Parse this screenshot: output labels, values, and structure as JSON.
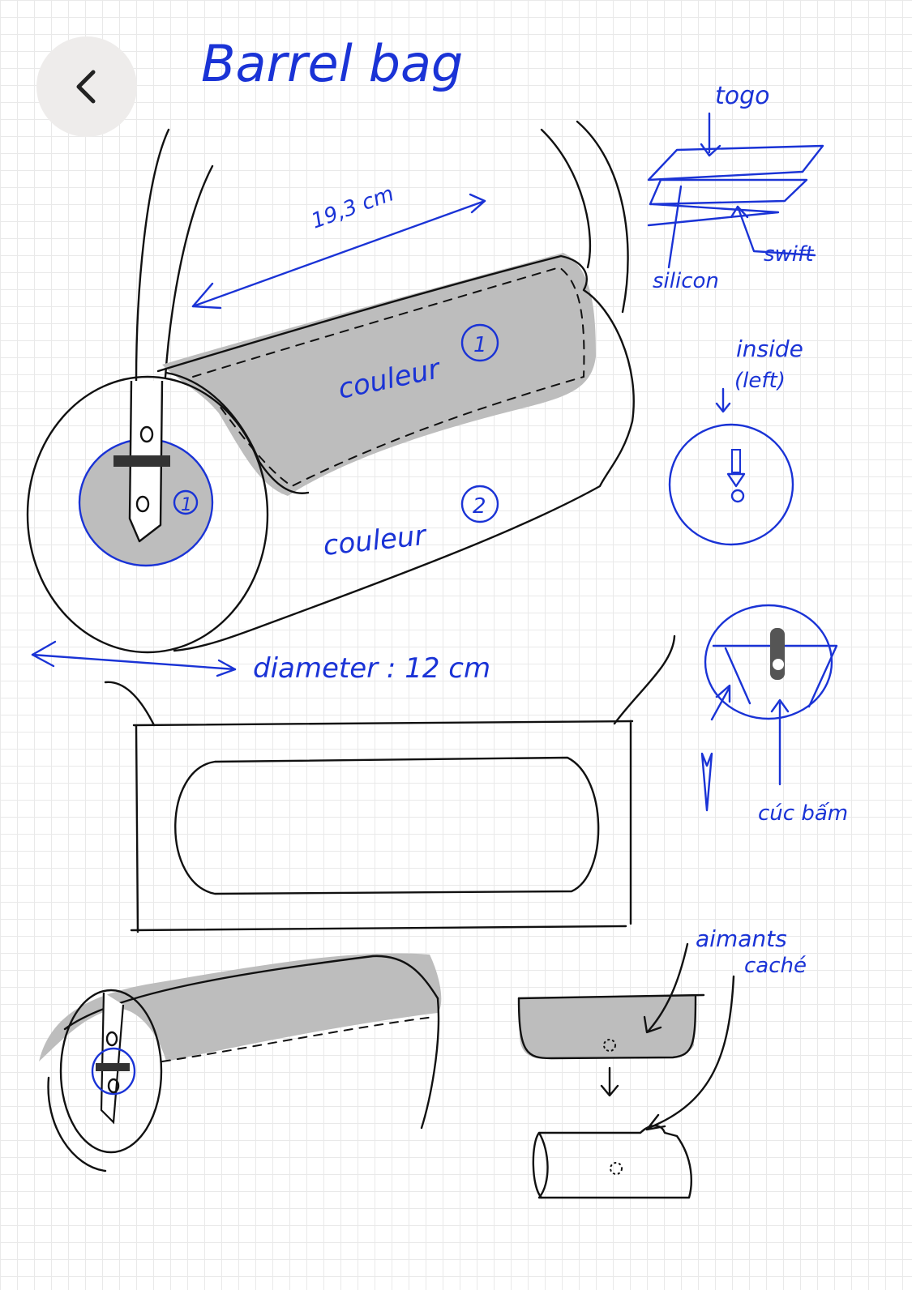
{
  "back_button": {
    "icon": "chevron-left-icon"
  },
  "labels": {
    "title": "Barrel bag",
    "length": "19,3 cm",
    "color1": "couleur",
    "color1_badge": "1",
    "color2": "couleur",
    "color2_badge": "2",
    "end_badge": "1",
    "diameter": "diameter : 12 cm",
    "togo": "togo",
    "swift": "swift",
    "silicon": "silicon",
    "inside": "inside",
    "left": "(left)",
    "cuc_bam": "cúc bấm",
    "aimants": "aimants",
    "cache": "caché"
  },
  "colors": {
    "ink": "#111111",
    "pen_blue": "#1a33d6",
    "fill_grey": "#bdbdbd",
    "grid": "#e9e9e9"
  }
}
